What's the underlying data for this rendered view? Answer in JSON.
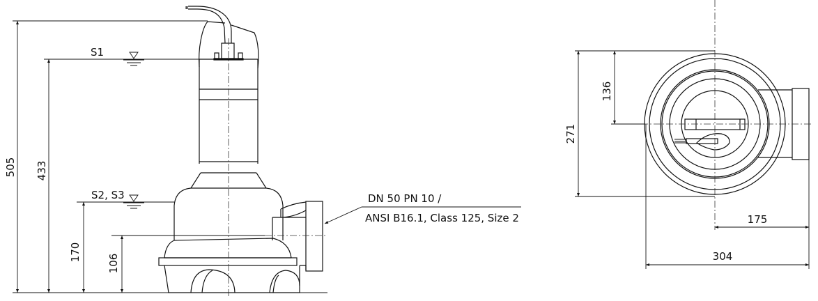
{
  "side_view": {
    "levels": {
      "s1": "S1",
      "s2_s3": "S2, S3"
    },
    "dimensions": {
      "total_height": "505",
      "s1_height": "433",
      "s2_s3_height": "170",
      "outlet_height": "106"
    }
  },
  "outlet_note": {
    "line1": "DN 50 PN 10 /",
    "line2": "ANSI B16.1, Class 125, Size 2"
  },
  "top_view": {
    "dimensions": {
      "center_offset": "136",
      "depth": "271",
      "outlet_offset": "175",
      "width": "304"
    }
  }
}
